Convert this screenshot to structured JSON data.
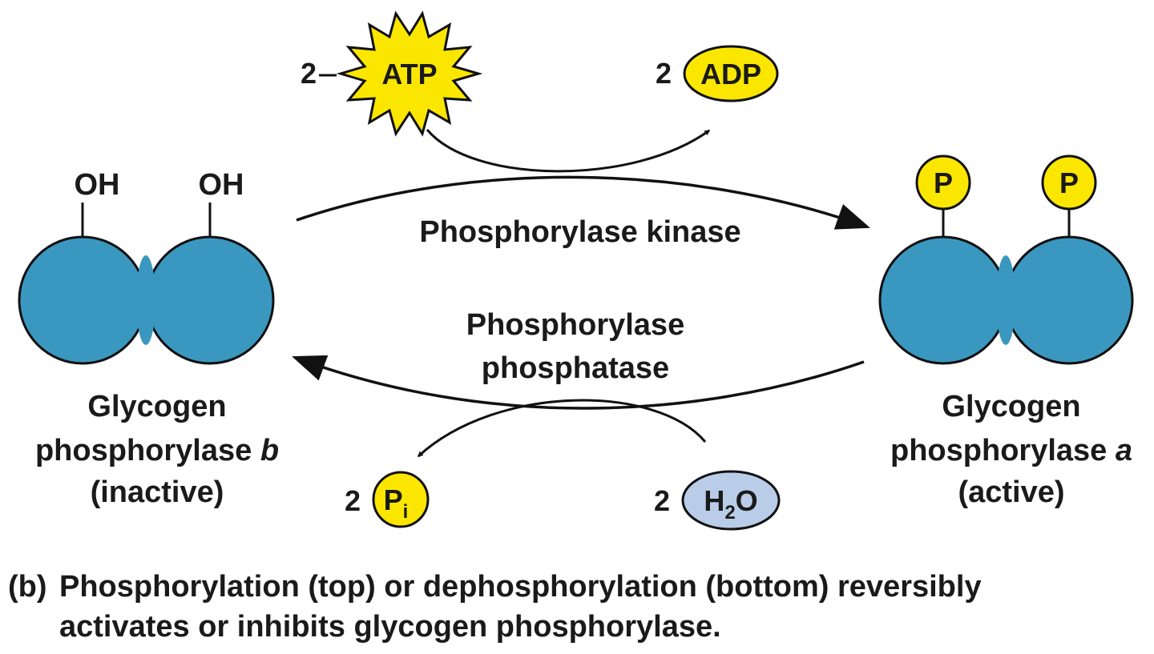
{
  "top_reaction": {
    "atp_count": "2",
    "atp_label": "ATP",
    "adp_count": "2",
    "adp_label": "ADP",
    "enzyme": "Phosphorylase kinase"
  },
  "bottom_reaction": {
    "enzyme_line1": "Phosphorylase",
    "enzyme_line2": "phosphatase",
    "pi_count": "2",
    "pi_label": "P",
    "pi_subscript": "i",
    "water_count": "2",
    "water_h": "H",
    "water_sub": "2",
    "water_o": "O"
  },
  "left_enzyme": {
    "group1": "OH",
    "group2": "OH",
    "name_line1": "Glycogen",
    "name_line2_prefix": "phosphorylase ",
    "name_line2_form": "b",
    "state": "(inactive)"
  },
  "right_enzyme": {
    "group1": "P",
    "group2": "P",
    "name_line1": "Glycogen",
    "name_line2_prefix": "phosphorylase ",
    "name_line2_form": "a",
    "state": "(active)"
  },
  "caption": {
    "tag": "(b)",
    "line1": "Phosphorylation (top) or dephosphorylation (bottom) reversibly",
    "line2": "activates or inhibits glycogen phosphorylase."
  },
  "colors": {
    "subunit_blue": "#3a98c0",
    "phosphate_yellow": "#fbe600",
    "water_blue": "#b9cde8",
    "outline": "#111111"
  }
}
